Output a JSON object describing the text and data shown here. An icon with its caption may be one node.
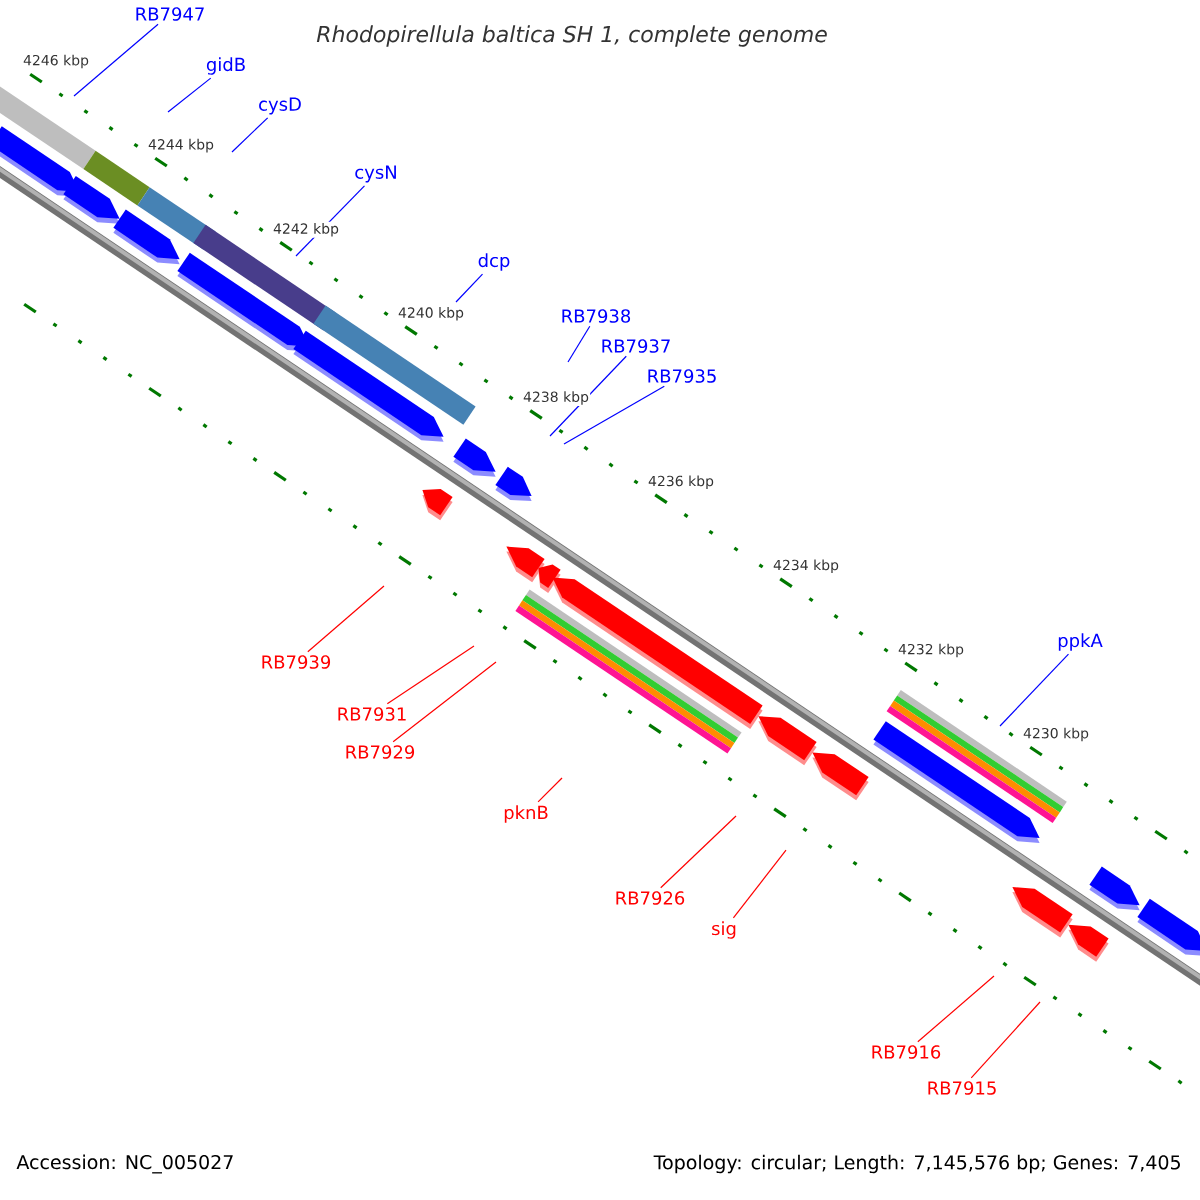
{
  "diagram": {
    "title": "Rhodopirellula baltica SH 1, complete genome",
    "nodes": [
      {
        "text": [
          "RB7947"
        ]
      },
      {
        "text": [
          "gidB"
        ]
      },
      {
        "text": [
          "cysD"
        ]
      },
      {
        "text": [
          "cysN"
        ]
      },
      {
        "text": [
          "dcp"
        ]
      },
      {
        "text": [
          "RB7938"
        ]
      },
      {
        "text": [
          "RB7937"
        ]
      },
      {
        "text": [
          "RB7935"
        ]
      },
      {
        "text": [
          "ppkA"
        ]
      },
      {
        "text": [
          "RB7939"
        ]
      },
      {
        "text": [
          "RB7931"
        ]
      },
      {
        "text": [
          "RB7929"
        ]
      },
      {
        "text": [
          "pknB"
        ]
      },
      {
        "text": [
          "RB7926"
        ]
      },
      {
        "text": [
          "sig"
        ]
      },
      {
        "text": [
          "RB7916"
        ]
      },
      {
        "text": [
          "RB7915"
        ]
      }
    ],
    "edges": [
      {
        "from": 0,
        "to": null,
        "arrow": "none"
      },
      {
        "from": 1,
        "to": null,
        "arrow": "none"
      },
      {
        "from": 2,
        "to": null,
        "arrow": "none"
      },
      {
        "from": 3,
        "to": null,
        "arrow": "none"
      },
      {
        "from": 4,
        "to": null,
        "arrow": "none"
      },
      {
        "from": 5,
        "to": null,
        "arrow": "none"
      },
      {
        "from": 6,
        "to": null,
        "arrow": "none"
      },
      {
        "from": 7,
        "to": null,
        "arrow": "none"
      },
      {
        "from": 8,
        "to": null,
        "arrow": "none"
      },
      {
        "from": 9,
        "to": null,
        "arrow": "none",
        "color": "#ff0000"
      },
      {
        "from": 10,
        "to": null,
        "arrow": "none",
        "color": "#ff0000"
      },
      {
        "from": 11,
        "to": null,
        "arrow": "none",
        "color": "#ff0000"
      },
      {
        "from": 12,
        "to": null,
        "arrow": "none",
        "color": "#ff0000"
      },
      {
        "from": 13,
        "to": null,
        "arrow": "none",
        "color": "#ff0000"
      },
      {
        "from": 14,
        "to": null,
        "arrow": "none",
        "color": "#ff0000"
      },
      {
        "from": 15,
        "to": null,
        "arrow": "none",
        "color": "#ff0000"
      },
      {
        "from": 16,
        "to": null,
        "arrow": "none",
        "color": "#ff0000"
      }
    ],
    "labels": [
      "4246 kbp",
      "4244 kbp",
      "4242 kbp",
      "4240 kbp",
      "4238 kbp",
      "4236 kbp",
      "4234 kbp",
      "4232 kbp",
      "4230 kbp",
      "Accession: NC_005027",
      "Topology: circular; Length: 7,145,576 bp; Genes: 7,405"
    ]
  }
}
